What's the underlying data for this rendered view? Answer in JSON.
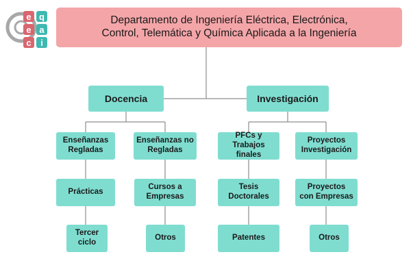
{
  "logo": {
    "tiles": [
      "e",
      "q",
      "e",
      "a",
      "c",
      "i"
    ],
    "tile_colors": [
      "#d9666f",
      "#3fb8b0"
    ]
  },
  "header": {
    "title": "Departamento de Ingeniería Eléctrica, Electrónica,\nControl, Telemática y Química Aplicada a la Ingeniería"
  },
  "docencia": {
    "label": "Docencia",
    "regladas": "Enseñanzas\nRegladas",
    "no_regladas": "Enseñanzas no\nRegladas",
    "practicas": "Prácticas",
    "cursos": "Cursos a\nEmpresas",
    "tercer_ciclo": "Tercer\nciclo",
    "otros": "Otros"
  },
  "investigacion": {
    "label": "Investigación",
    "pfcs": "PFCs y\nTrabajos\nfinales",
    "proyectos_inv": "Proyectos\nInvestigación",
    "tesis": "Tesis\nDoctorales",
    "proyectos_emp": "Proyectos\ncon Empresas",
    "patentes": "Patentes",
    "otros": "Otros"
  },
  "colors": {
    "header_bg": "#f4a5a8",
    "node_bg": "#7fddd0",
    "connector": "#8d8d8d"
  }
}
